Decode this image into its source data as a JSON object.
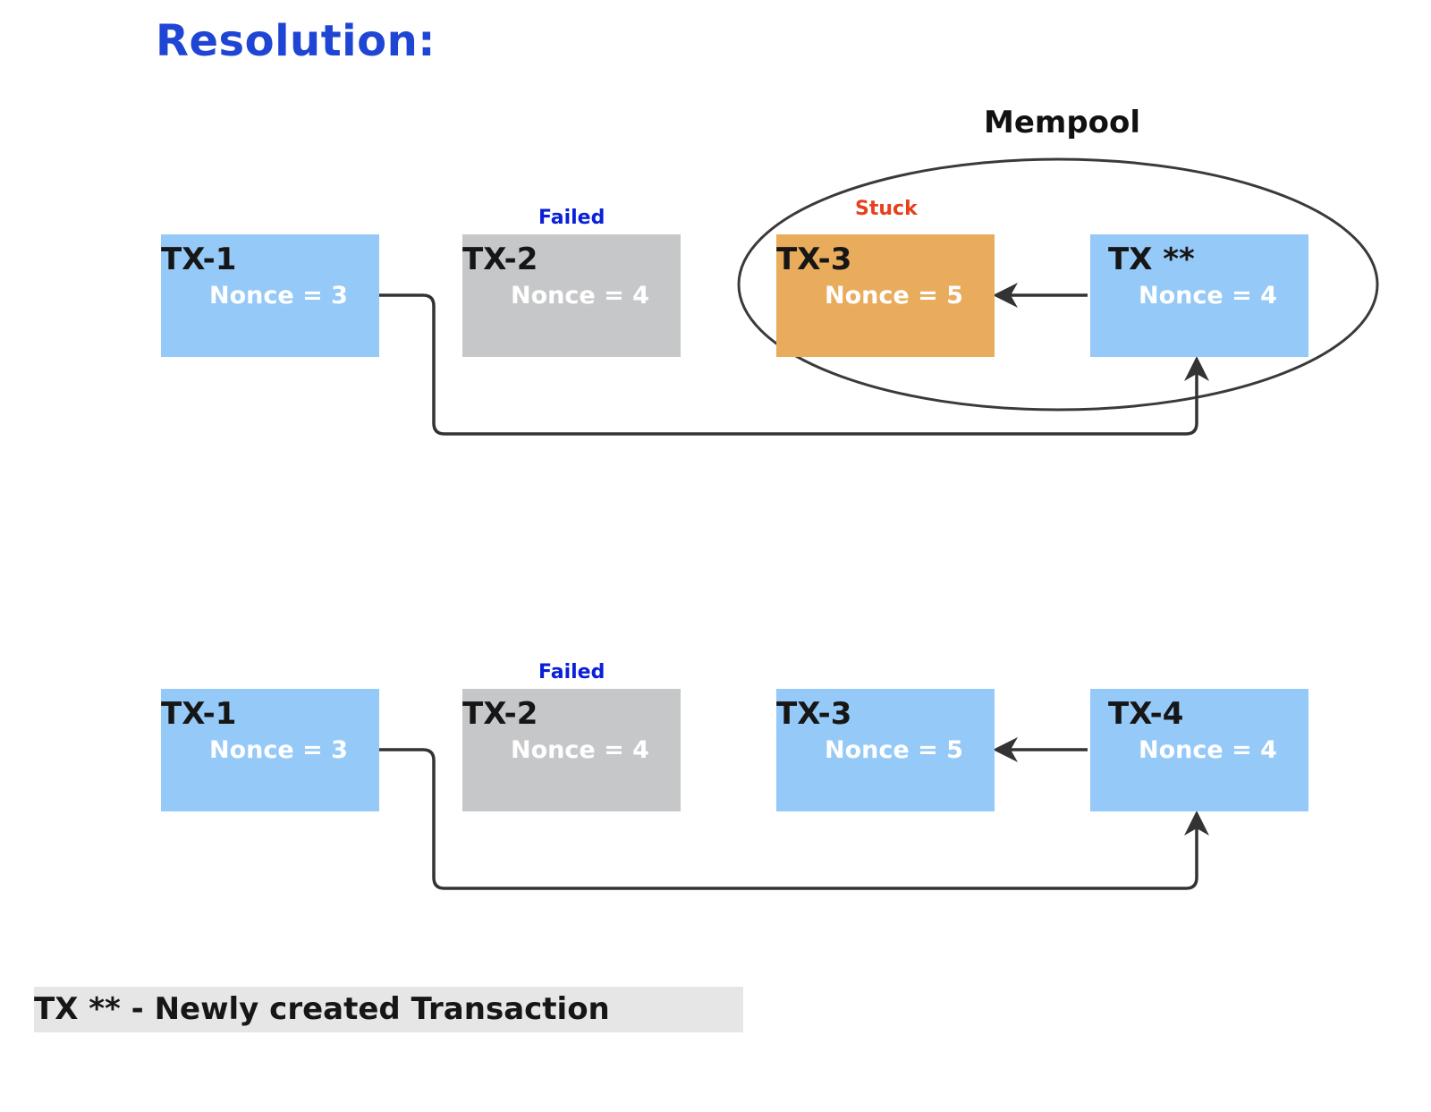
{
  "title": "Resolution:",
  "diagram_top": {
    "mempool_label": "Mempool",
    "failed_label": "Failed",
    "stuck_label": "Stuck",
    "nodes": [
      {
        "title": "TX-1",
        "nonce": "Nonce = 3",
        "color": "#95c9f7"
      },
      {
        "title": "TX-2",
        "nonce": "Nonce = 4",
        "color": "#c6c7c9"
      },
      {
        "title": "TX-3",
        "nonce": "Nonce = 5",
        "color": "#e8ac5c"
      },
      {
        "title": "TX **",
        "nonce": "Nonce = 4",
        "color": "#95c9f7"
      }
    ]
  },
  "diagram_bottom": {
    "failed_label": "Failed",
    "nodes": [
      {
        "title": "TX-1",
        "nonce": "Nonce = 3",
        "color": "#95c9f7"
      },
      {
        "title": "TX-2",
        "nonce": "Nonce = 4",
        "color": "#c6c7c9"
      },
      {
        "title": "TX-3",
        "nonce": "Nonce = 5",
        "color": "#95c9f7"
      },
      {
        "title": "TX-4",
        "nonce": "Nonce = 4",
        "color": "#95c9f7"
      }
    ]
  },
  "legend": {
    "text": "TX ** - Newly created Transaction"
  },
  "colors": {
    "accent_title": "#1f45d4",
    "failed": "#0a1fd8",
    "stuck": "#e8401c",
    "connector": "#333333"
  }
}
